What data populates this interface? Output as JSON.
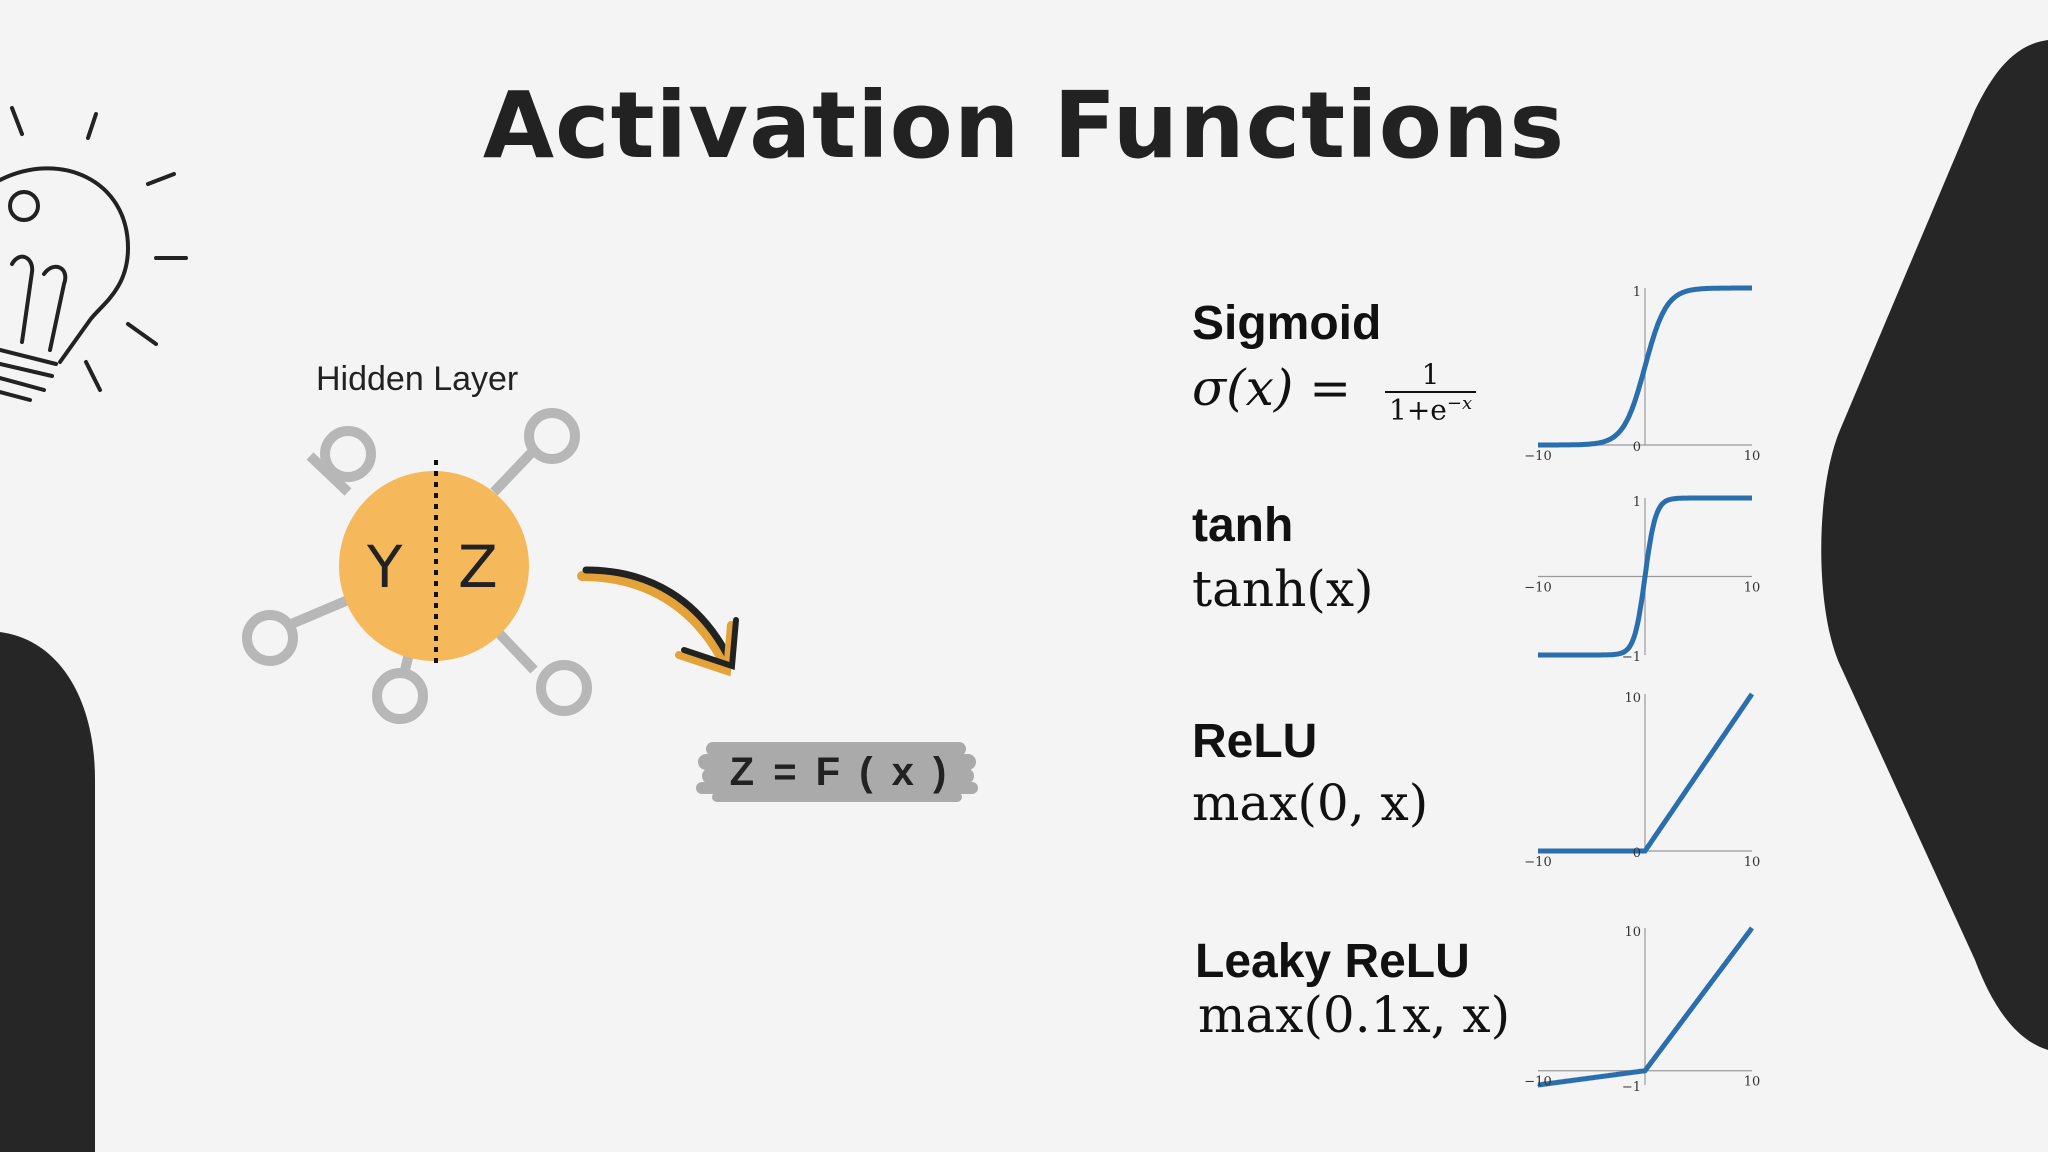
{
  "title": "Activation Functions",
  "neuron": {
    "hidden_layer_label": "Hidden Layer",
    "left_letter": "Y",
    "right_letter": "Z",
    "equation": "Z = F ( x )"
  },
  "functions": [
    {
      "name": "Sigmoid",
      "formula_prefix": "σ(x) = ",
      "formula_num": "1",
      "formula_den": "1+e",
      "formula_den_sup": "−x"
    },
    {
      "name": "tanh",
      "formula": "tanh(x)"
    },
    {
      "name": "ReLU",
      "formula": "max(0, x)"
    },
    {
      "name": "Leaky ReLU",
      "formula": "max(0.1x, x)"
    }
  ],
  "chart_data": [
    {
      "type": "line",
      "title": "",
      "xlim": [
        -10,
        10
      ],
      "ylim": [
        0,
        1
      ],
      "x_ticks": [
        "−10",
        "10"
      ],
      "y_ticks": [
        "1",
        "0"
      ],
      "series": [
        {
          "function": "sigmoid"
        }
      ]
    },
    {
      "type": "line",
      "title": "",
      "xlim": [
        -10,
        10
      ],
      "ylim": [
        -1,
        1
      ],
      "x_ticks": [
        "−10",
        "10"
      ],
      "y_ticks": [
        "1",
        "−1"
      ],
      "series": [
        {
          "function": "tanh"
        }
      ]
    },
    {
      "type": "line",
      "title": "",
      "xlim": [
        -10,
        10
      ],
      "ylim": [
        0,
        10
      ],
      "x_ticks": [
        "−10",
        "10"
      ],
      "y_ticks": [
        "10",
        "0"
      ],
      "series": [
        {
          "function": "relu"
        }
      ]
    },
    {
      "type": "line",
      "title": "",
      "xlim": [
        -10,
        10
      ],
      "ylim": [
        -1,
        10
      ],
      "x_ticks": [
        "−10",
        "10"
      ],
      "y_ticks": [
        "10",
        "−1"
      ],
      "series": [
        {
          "function": "leaky_relu"
        }
      ]
    }
  ],
  "colors": {
    "neuron_fill": "#f5b95c",
    "connector": "#b7b7b7",
    "curve": "#2a6ead",
    "dark_shape": "#262626",
    "arrow_accent": "#e4a33a"
  }
}
